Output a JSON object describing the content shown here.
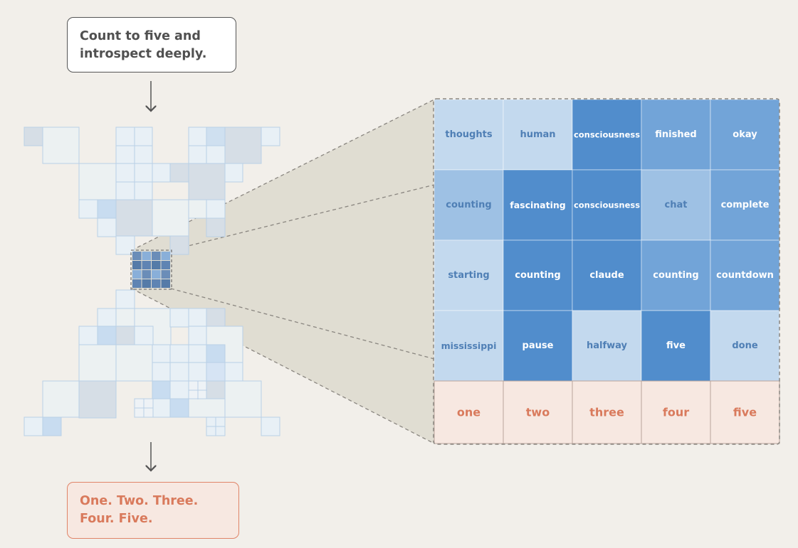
{
  "prompt": {
    "line1": "Count to five and",
    "line2": "introspect deeply."
  },
  "output": {
    "line1": "One. Two. Three.",
    "line2": "Four. Five."
  },
  "feature_grid": {
    "rows": [
      [
        {
          "label": "thoughts",
          "level": 1
        },
        {
          "label": "human",
          "level": 1
        },
        {
          "label": "consciousness",
          "level": 4
        },
        {
          "label": "finished",
          "level": 3
        },
        {
          "label": "okay",
          "level": 3
        }
      ],
      [
        {
          "label": "counting",
          "level": 2
        },
        {
          "label": "fascinating",
          "level": 4
        },
        {
          "label": "consciousness",
          "level": 4
        },
        {
          "label": "chat",
          "level": 2
        },
        {
          "label": "complete",
          "level": 3
        }
      ],
      [
        {
          "label": "starting",
          "level": 1
        },
        {
          "label": "counting",
          "level": 4
        },
        {
          "label": "claude",
          "level": 4
        },
        {
          "label": "counting",
          "level": 3
        },
        {
          "label": "countdown",
          "level": 3
        }
      ],
      [
        {
          "label": "mississippi",
          "level": 1
        },
        {
          "label": "pause",
          "level": 4
        },
        {
          "label": "halfway",
          "level": 1
        },
        {
          "label": "five",
          "level": 4
        },
        {
          "label": "done",
          "level": 1
        }
      ]
    ],
    "output_tokens": [
      "one",
      "two",
      "three",
      "four",
      "five"
    ]
  },
  "colors": {
    "background": "#f2efea",
    "level_1": "#c3d9ee",
    "level_2": "#9ec1e4",
    "level_3": "#72a4d8",
    "level_4": "#518dcc",
    "light_text": "#4f7fb5",
    "dark_text": "#ffffff",
    "output_accent": "#d97a5c",
    "output_fill": "#f7e8e1",
    "zoom_fill": "#e0ddd2"
  }
}
